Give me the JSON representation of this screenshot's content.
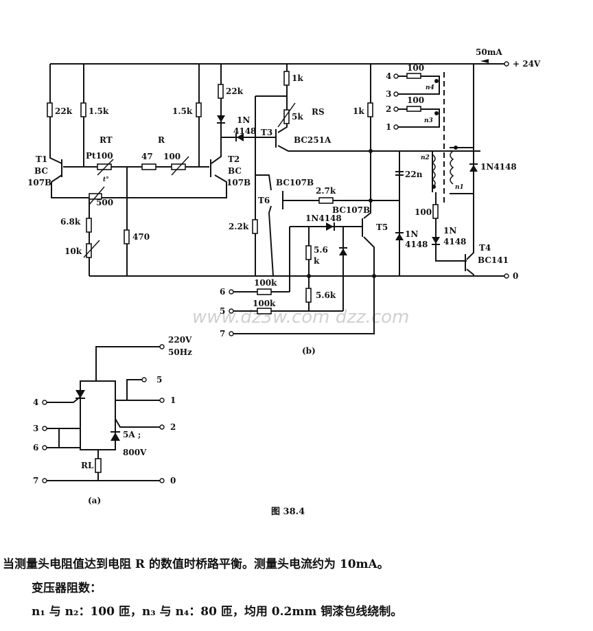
{
  "figure": {
    "caption": "图 38.4",
    "subfigure_a_label": "(a)",
    "subfigure_b_label": "(b)",
    "watermark": "www.dz3w.com dzz.com"
  },
  "circuit_b": {
    "supply": {
      "label": "+ 24V",
      "current": "50mA",
      "ground_label": "0"
    },
    "transistors": [
      {
        "ref": "T1",
        "type_line1": "BC",
        "type_line2": "107B"
      },
      {
        "ref": "T2",
        "type_line1": "BC",
        "type_line2": "107B"
      },
      {
        "ref": "T3",
        "type": "BC251A"
      },
      {
        "ref": "T4",
        "type": "BC141"
      },
      {
        "ref": "T5",
        "type": "BC107B"
      },
      {
        "ref": "T6",
        "type": "BC107B"
      }
    ],
    "resistors": {
      "r_t1_collector": "22k",
      "r_bridge_left": "1.5k",
      "r_bridge_right": "1.5k",
      "r_t2_collector": "22k",
      "r_t3_emitter": "1k",
      "r_s_value": "5k",
      "r_s_label": "RS",
      "r_t5_collector": "1k",
      "r_t": "Pt100",
      "r_t_label": "RT",
      "r_label": "R",
      "r_fixed": "47",
      "r_var": "100",
      "pot": "500",
      "r_68k": "6.8k",
      "r_10k": "10k",
      "r_470": "470",
      "r_22k_t6": "2.2k",
      "r_27k": "2.7k",
      "r_56k_top_a": "5.6",
      "r_56k_top_b": "k",
      "r_56k_bottom": "5.6k",
      "r_in6": "100k",
      "r_in5": "100k",
      "r_n4": "100",
      "r_n3": "100",
      "r_t4_base": "100"
    },
    "diodes": {
      "d_t2_a": "1N",
      "d_t2_b": "4148",
      "d_t5": "1N4148",
      "d_22n_a": "1N",
      "d_22n_b": "4148",
      "d_t4_a": "1N",
      "d_t4_b": "4148",
      "d_n1": "1N4148"
    },
    "capacitor": "22n",
    "temperature_symbol": "t°",
    "windings": [
      "n1",
      "n2",
      "n3",
      "n4"
    ],
    "terminals": [
      "1",
      "2",
      "3",
      "4",
      "5",
      "6",
      "7"
    ]
  },
  "circuit_a": {
    "supply": {
      "line1": "220V",
      "line2": "50Hz"
    },
    "thyristor_rating": {
      "line1": "5A ;",
      "line2": "800V"
    },
    "load": "RL",
    "terminals_left": [
      "4",
      "3",
      "6",
      "7"
    ],
    "terminals_right": [
      "5",
      "1",
      "2",
      "0"
    ]
  },
  "text": {
    "line1": "当测量头电阻值达到电阻 R 的数值时桥路平衡。测量头电流约为 10mA。",
    "line2": "变压器阻数：",
    "line3": "n₁ 与 n₂：100 匝，n₃ 与 n₄：80 匝，均用 0.2mm 铜漆包线绕制。"
  }
}
